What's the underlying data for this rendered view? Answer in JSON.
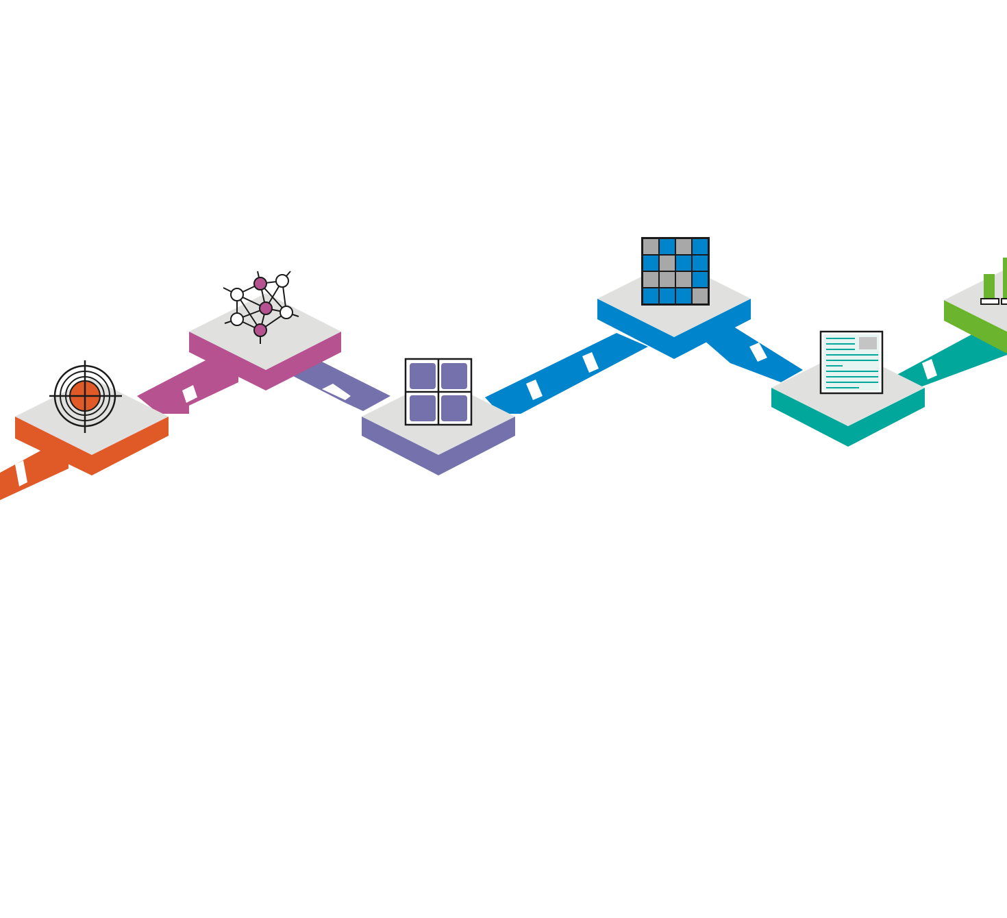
{
  "diagram": {
    "type": "isometric-process-flow",
    "steps": [
      {
        "id": "step-1",
        "icon": "target-icon",
        "color": "#e05a28"
      },
      {
        "id": "step-2",
        "icon": "network-graph-icon",
        "color": "#b5528f"
      },
      {
        "id": "step-3",
        "icon": "four-panel-grid-icon",
        "color": "#7471ac"
      },
      {
        "id": "step-4",
        "icon": "heatmap-matrix-icon",
        "color": "#0084cc"
      },
      {
        "id": "step-5",
        "icon": "document-report-icon",
        "color": "#00a79a"
      },
      {
        "id": "step-6",
        "icon": "bar-chart-icon",
        "color": "#6ab42e"
      }
    ],
    "connectors": [
      {
        "from": "start",
        "to": "step-1",
        "color": "#e05a28"
      },
      {
        "from": "step-1",
        "to": "step-2",
        "color": "#b5528f"
      },
      {
        "from": "step-2",
        "to": "step-3",
        "color": "#7471ac"
      },
      {
        "from": "step-3",
        "to": "step-4",
        "color": "#0084cc"
      },
      {
        "from": "step-4",
        "to": "step-5",
        "color": "#0084cc"
      },
      {
        "from": "step-5",
        "to": "step-6",
        "color": "#00a79a"
      }
    ],
    "platform_top_color": "#e0e0df"
  }
}
